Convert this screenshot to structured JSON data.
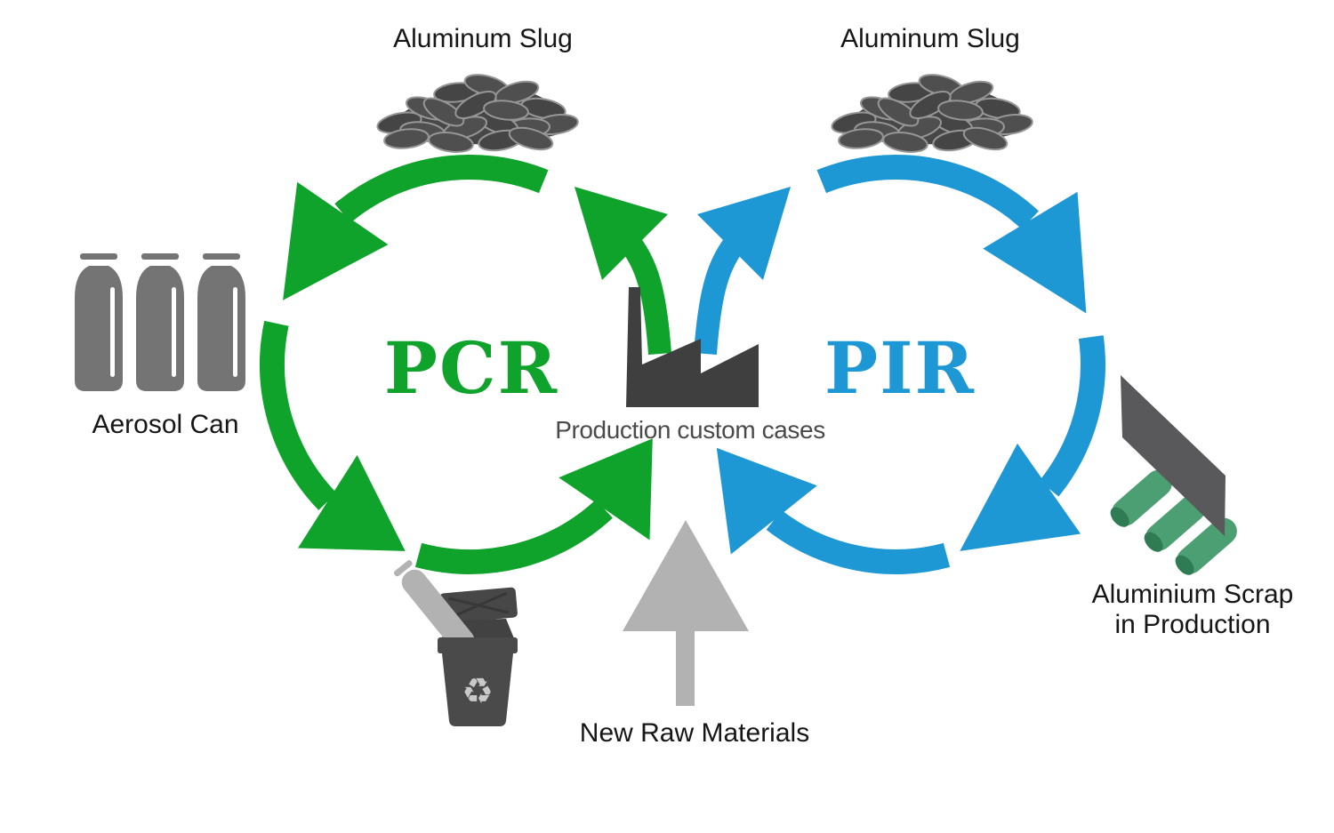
{
  "labels": {
    "slug_left": "Aluminum Slug",
    "slug_right": "Aluminum Slug",
    "aerosol": "Aerosol Can",
    "pcr": "PCR",
    "pir": "PIR",
    "production": "Production custom cases",
    "new_raw": "New Raw Materials",
    "scrap_line1": "Aluminium Scrap",
    "scrap_line2": "in Production"
  },
  "icons": {
    "recycle_glyph": "♻"
  },
  "colors": {
    "pcr_green": "#0FA32C",
    "pir_blue": "#1E97D5",
    "dark_gray": "#3F3F3F",
    "can_gray": "#747474",
    "silver": "#B2B2B2",
    "bin_gray": "#4A4A4A",
    "slug_fill": "#4F4F4F",
    "slug_rim": "#969696",
    "mound_gray": "#474747",
    "sheet_gray": "#59595B",
    "cylinder_green": "#4C9F72",
    "cylinder_cap": "#2F7B53",
    "text_black": "#161616",
    "text_gray": "#4A4A4A"
  },
  "cycles": [
    {
      "label": "PCR",
      "color_key": "pcr_green",
      "direction": "counterclockwise"
    },
    {
      "label": "PIR",
      "color_key": "pir_blue",
      "direction": "clockwise"
    }
  ]
}
